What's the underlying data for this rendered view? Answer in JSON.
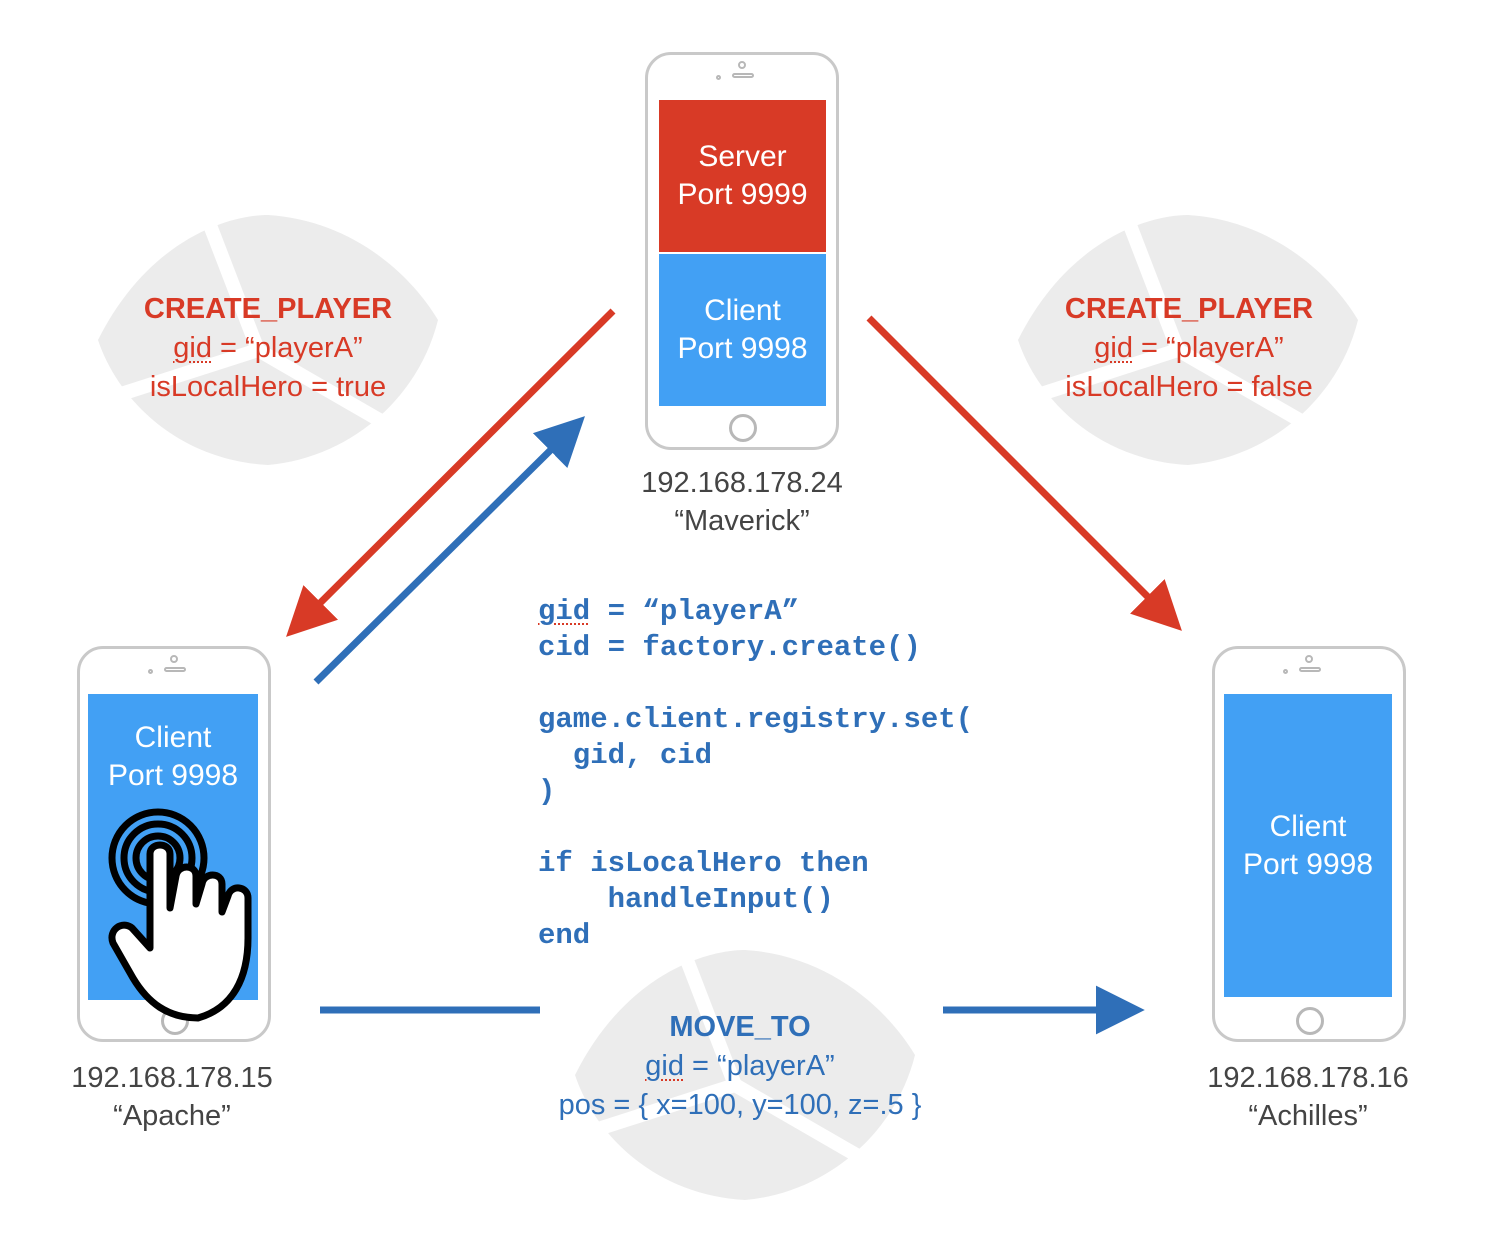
{
  "phones": {
    "maverick": {
      "server_title": "Server",
      "server_port": "Port 9999",
      "client_title": "Client",
      "client_port": "Port 9998",
      "ip": "192.168.178.24",
      "name": "“Maverick”"
    },
    "apache": {
      "client_title": "Client",
      "client_port": "Port 9998",
      "ip": "192.168.178.15",
      "name": "“Apache”"
    },
    "achilles": {
      "client_title": "Client",
      "client_port": "Port 9998",
      "ip": "192.168.178.16",
      "name": "“Achilles”"
    }
  },
  "messages": {
    "create_left": {
      "head": "CREATE_PLAYER",
      "gid_key": "gid",
      "gid_rest": " = “playerA”",
      "hero": "isLocalHero = true"
    },
    "create_right": {
      "head": "CREATE_PLAYER",
      "gid_key": "gid",
      "gid_rest": " = “playerA”",
      "hero": "isLocalHero = false"
    },
    "move_to": {
      "head": "MOVE_TO",
      "gid_key": "gid",
      "gid_rest": " = “playerA”",
      "pos": "pos = { x=100, y=100, z=.5 }"
    }
  },
  "code": {
    "line1_key": "gid",
    "line1_rest": " = “playerA”",
    "line2": "cid = factory.create()",
    "line3": "game.client.registry.set(",
    "line4": "  gid, cid",
    "line5": ")",
    "line6": "if isLocalHero then",
    "line7": "    handleInput()",
    "line8": "end"
  },
  "colors": {
    "server": "#d83a26",
    "client": "#42a0f4",
    "arrow_red": "#d83a26",
    "arrow_blue": "#2f6fb8",
    "watermark": "#ececec"
  },
  "icons": [
    "touch-hand-icon",
    "watermark-logo-icon"
  ]
}
